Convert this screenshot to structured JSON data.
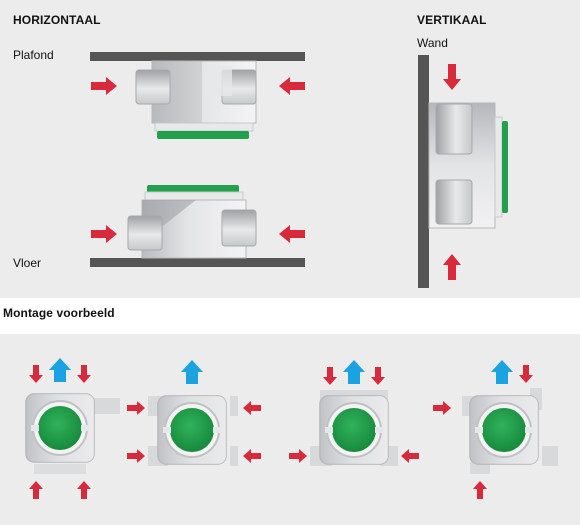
{
  "horizontal": {
    "heading": "HORIZONTAAL",
    "ceiling_label": "Plafond",
    "floor_label": "Vloer"
  },
  "vertical": {
    "heading": "VERTIKAAL",
    "wall_label": "Wand"
  },
  "examples": {
    "heading": "Montage voorbeeld"
  },
  "colors": {
    "panel_bg": "#ececec",
    "surface": "#555555",
    "inlet_arrow": "#d92a3c",
    "outlet_arrow": "#1aa3e0",
    "green_lid": "#1e9d49",
    "box_body": "#d9dadc",
    "box_shadow": "#a9abae"
  }
}
